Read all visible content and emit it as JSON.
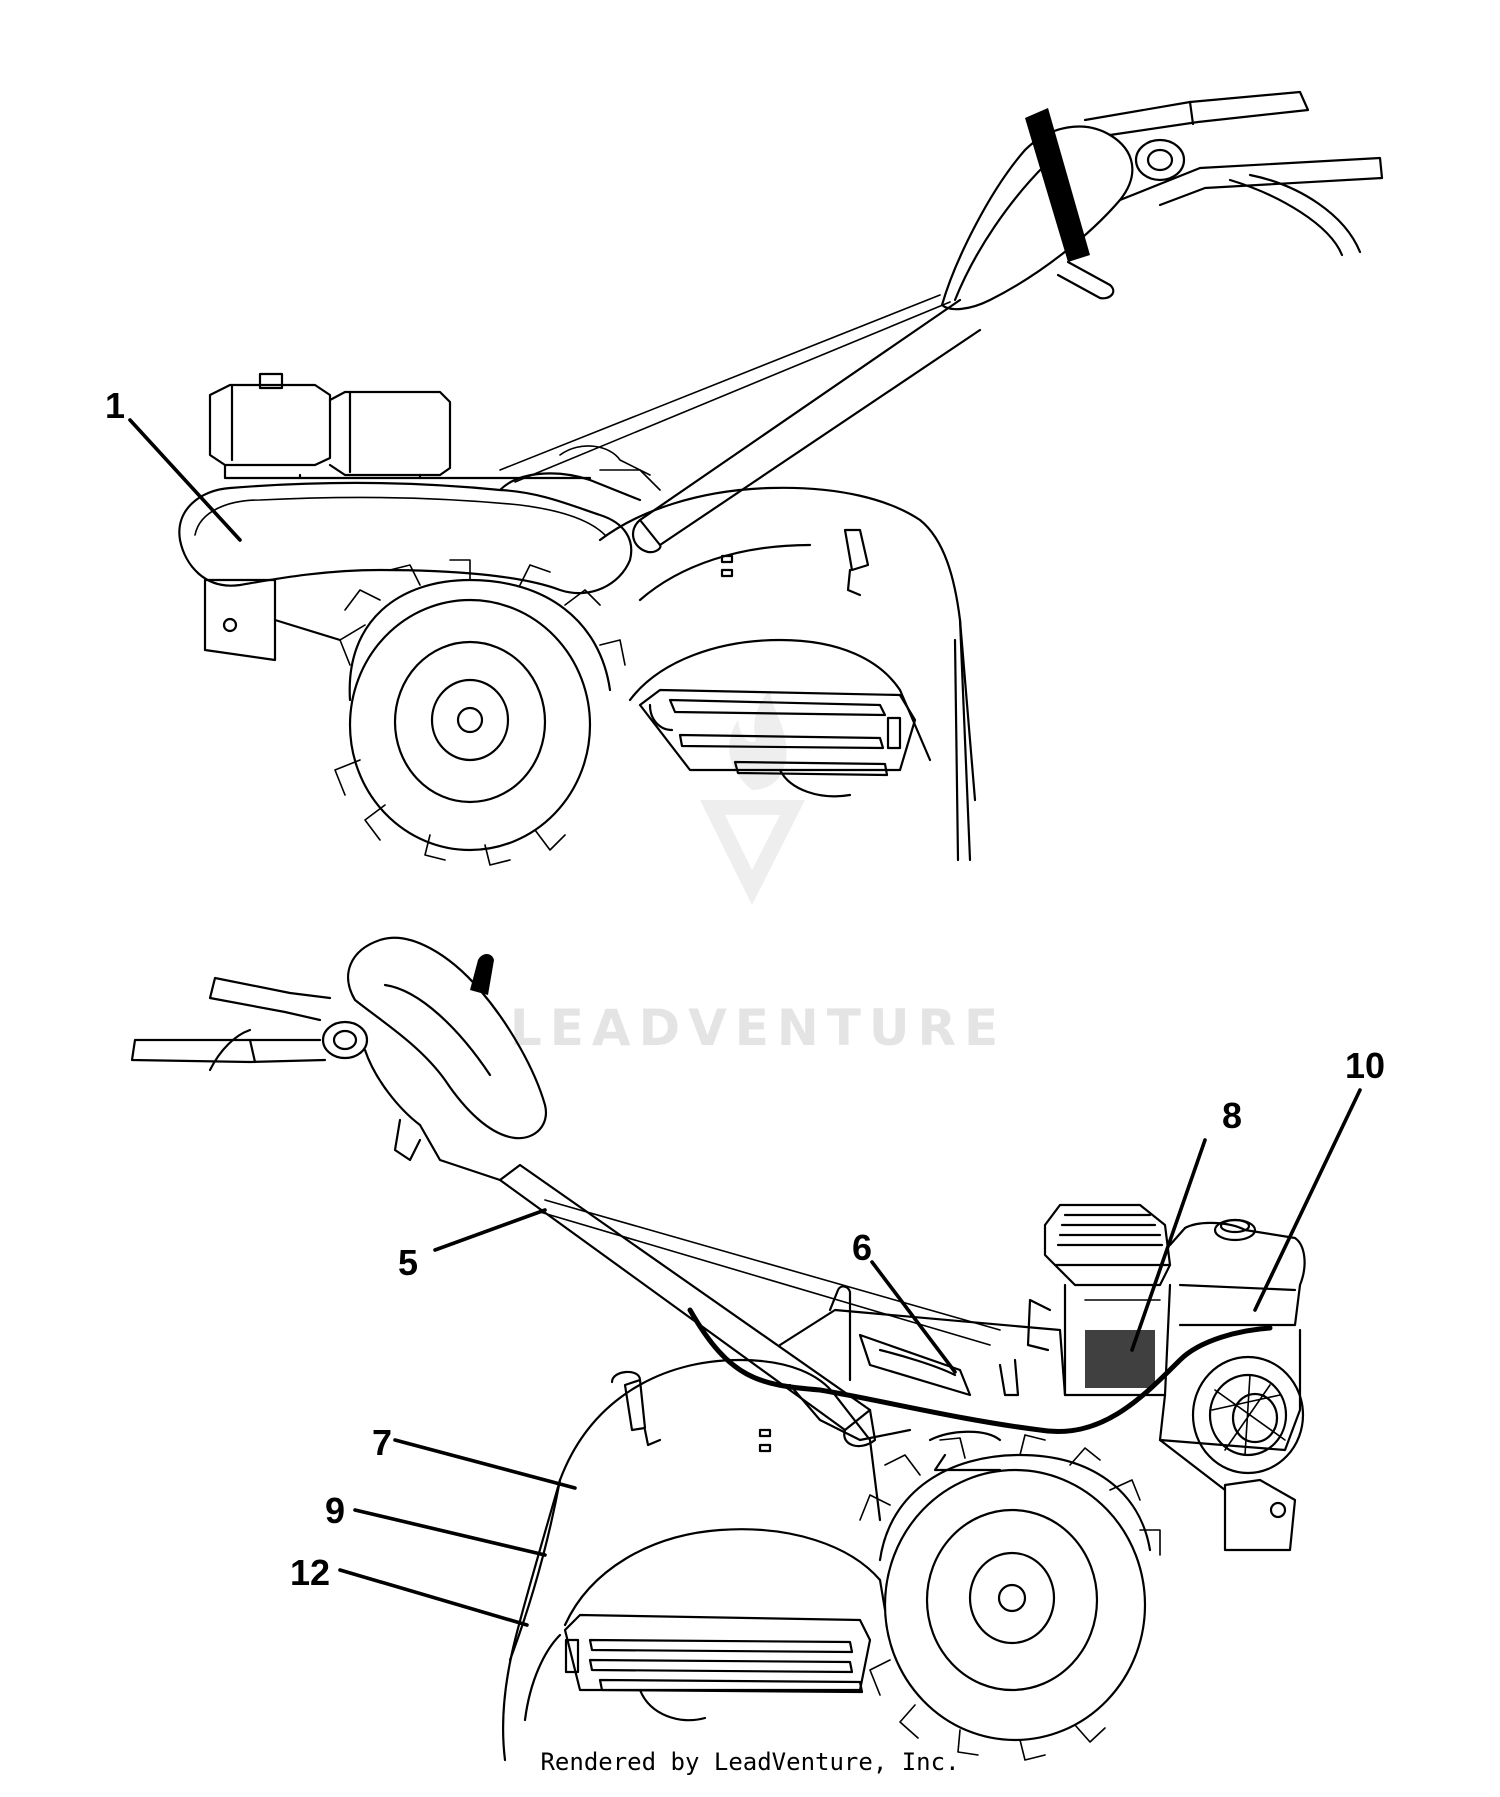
{
  "callouts": [
    {
      "id": "1",
      "label": "1"
    },
    {
      "id": "5",
      "label": "5"
    },
    {
      "id": "6",
      "label": "6"
    },
    {
      "id": "7",
      "label": "7"
    },
    {
      "id": "8",
      "label": "8"
    },
    {
      "id": "9",
      "label": "9"
    },
    {
      "id": "10",
      "label": "10"
    },
    {
      "id": "12",
      "label": "12"
    }
  ],
  "watermark": {
    "text": "LEADVENTURE"
  },
  "footer": {
    "text": "Rendered by LeadVenture, Inc."
  }
}
